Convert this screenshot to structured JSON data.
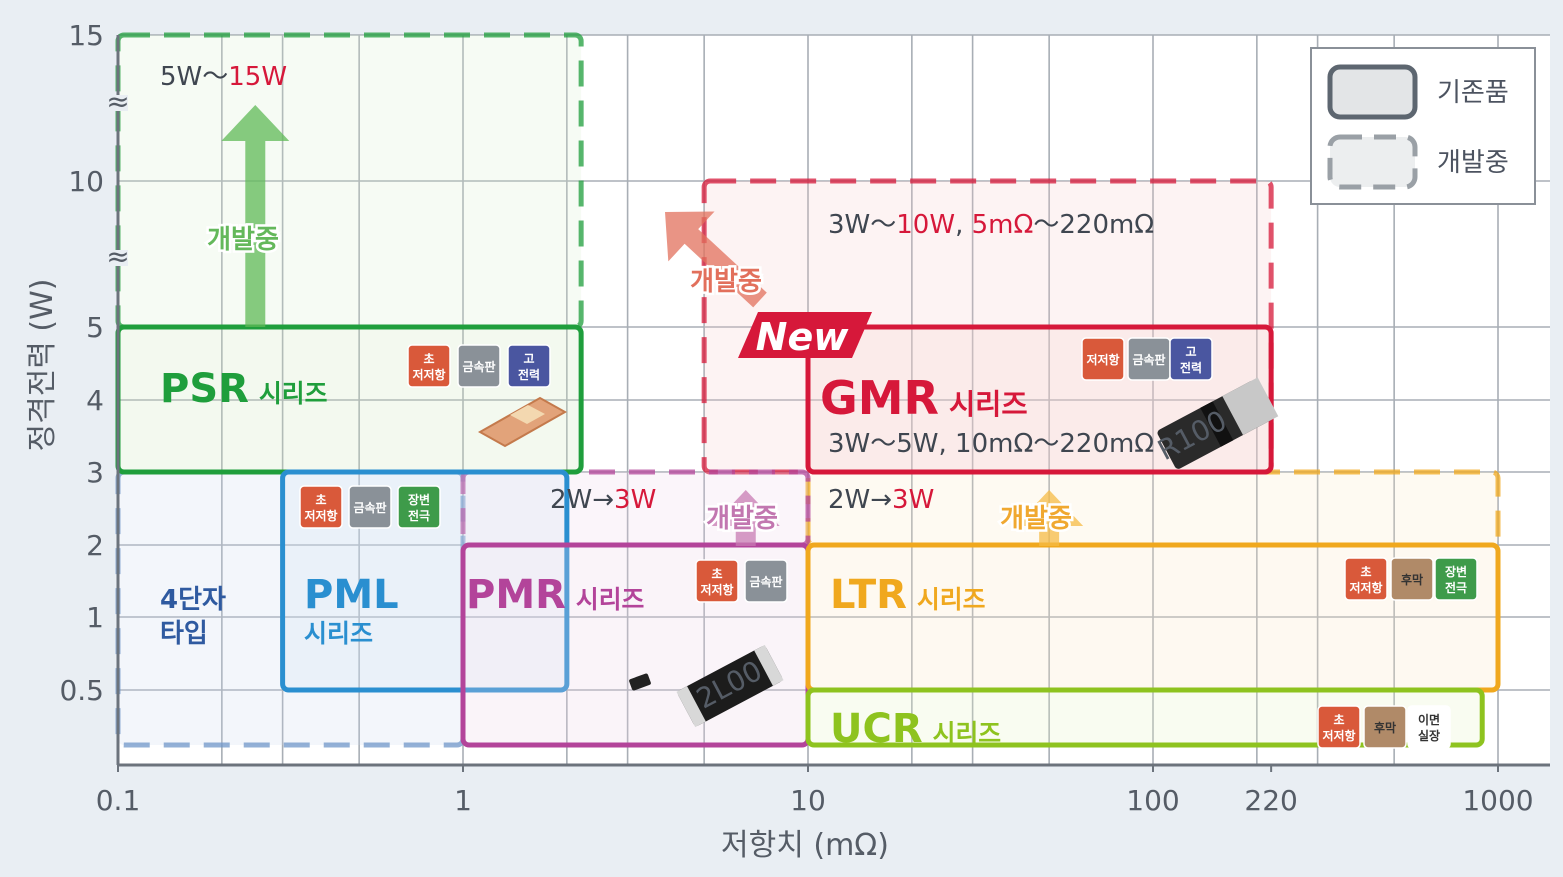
{
  "chart_data": {
    "type": "region",
    "xlabel": "저항치 (mΩ)",
    "ylabel": "정격전력 (W)",
    "x_scale": "log",
    "xlim": [
      0.1,
      1000
    ],
    "x_ticks": [
      "0.1",
      "1",
      "10",
      "100",
      "220",
      "1000"
    ],
    "y_ticks": [
      "0.5",
      "1",
      "2",
      "3",
      "4",
      "5",
      "10",
      "15"
    ],
    "legend": [
      {
        "label": "기존품",
        "style": "solid"
      },
      {
        "label": "개발중",
        "style": "dashed"
      }
    ],
    "colors": {
      "PSR": "#1f9e3c",
      "PML": "#2a8fd0",
      "4T": "#6f95c8",
      "PMR": "#b3449a",
      "GMR": "#d6183a",
      "LTR": "#f0a81e",
      "UCR": "#8ec31f",
      "ultra_low": "#d9593a",
      "metal_plate": "#8a9198",
      "high_power": "#4a56a0",
      "long_side": "#3e9b4a",
      "thick_film": "#b08a68",
      "two_side": "#ffffff"
    },
    "series": [
      {
        "key": "psr",
        "name": "PSR",
        "suffix": "시리즈",
        "status": "existing",
        "x_min": 0.1,
        "x_max": 2.2,
        "w_min": 3,
        "w_max": 5
      },
      {
        "key": "psr_dev",
        "status": "development",
        "x_min": 0.1,
        "x_max": 2.2,
        "w_min": 5,
        "w_max": 15,
        "range": "5W～15W"
      },
      {
        "key": "fourt",
        "name": "4단자\n타입",
        "status": "development",
        "x_min": 0.1,
        "x_max": 1,
        "w_min": 0.3,
        "w_max": 3
      },
      {
        "key": "pml",
        "name": "PML",
        "suffix": "시리즈",
        "status": "existing",
        "x_min": 0.3,
        "x_max": 2,
        "w_min": 0.5,
        "w_max": 3
      },
      {
        "key": "pmr",
        "name": "PMR",
        "suffix": "시리즈",
        "status": "existing",
        "x_min": 1,
        "x_max": 10,
        "w_min": 0.3,
        "w_max": 2
      },
      {
        "key": "pmr_dev",
        "status": "development",
        "x_min": 1,
        "x_max": 10,
        "w_min": 2,
        "w_max": 3,
        "range": "2W→3W"
      },
      {
        "key": "gmr",
        "name": "GMR",
        "suffix": "시리즈",
        "status": "existing",
        "x_min": 10,
        "x_max": 220,
        "w_min": 3,
        "w_max": 5,
        "range": "3W～5W, 10mΩ～220mΩ",
        "flag": "New"
      },
      {
        "key": "gmr_dev",
        "status": "development",
        "x_min": 5,
        "x_max": 220,
        "w_min": 3,
        "w_max": 10,
        "range": "3W～10W, 5mΩ～220mΩ"
      },
      {
        "key": "ltr",
        "name": "LTR",
        "suffix": "시리즈",
        "status": "existing",
        "x_min": 10,
        "x_max": 1000,
        "w_min": 0.5,
        "w_max": 2
      },
      {
        "key": "ltr_dev",
        "status": "development",
        "x_min": 10,
        "x_max": 1000,
        "w_min": 2,
        "w_max": 3,
        "range": "2W→3W"
      },
      {
        "key": "ucr",
        "name": "UCR",
        "suffix": "시리즈",
        "status": "existing",
        "x_min": 10,
        "x_max": 900,
        "w_min": 0.3,
        "w_max": 0.5
      }
    ],
    "annotations": [
      "개발중",
      "개발중",
      "개발중",
      "개발중"
    ],
    "badges": {
      "ultra_low": "초\n저저항",
      "low_res": "저저항",
      "metal_plate": "금속판",
      "high_power": "고\n전력",
      "long_side": "장변\n전극",
      "thick_film": "후막",
      "two_side": "이면\n실장"
    },
    "chip_markings": [
      "R100",
      "2L00"
    ]
  }
}
